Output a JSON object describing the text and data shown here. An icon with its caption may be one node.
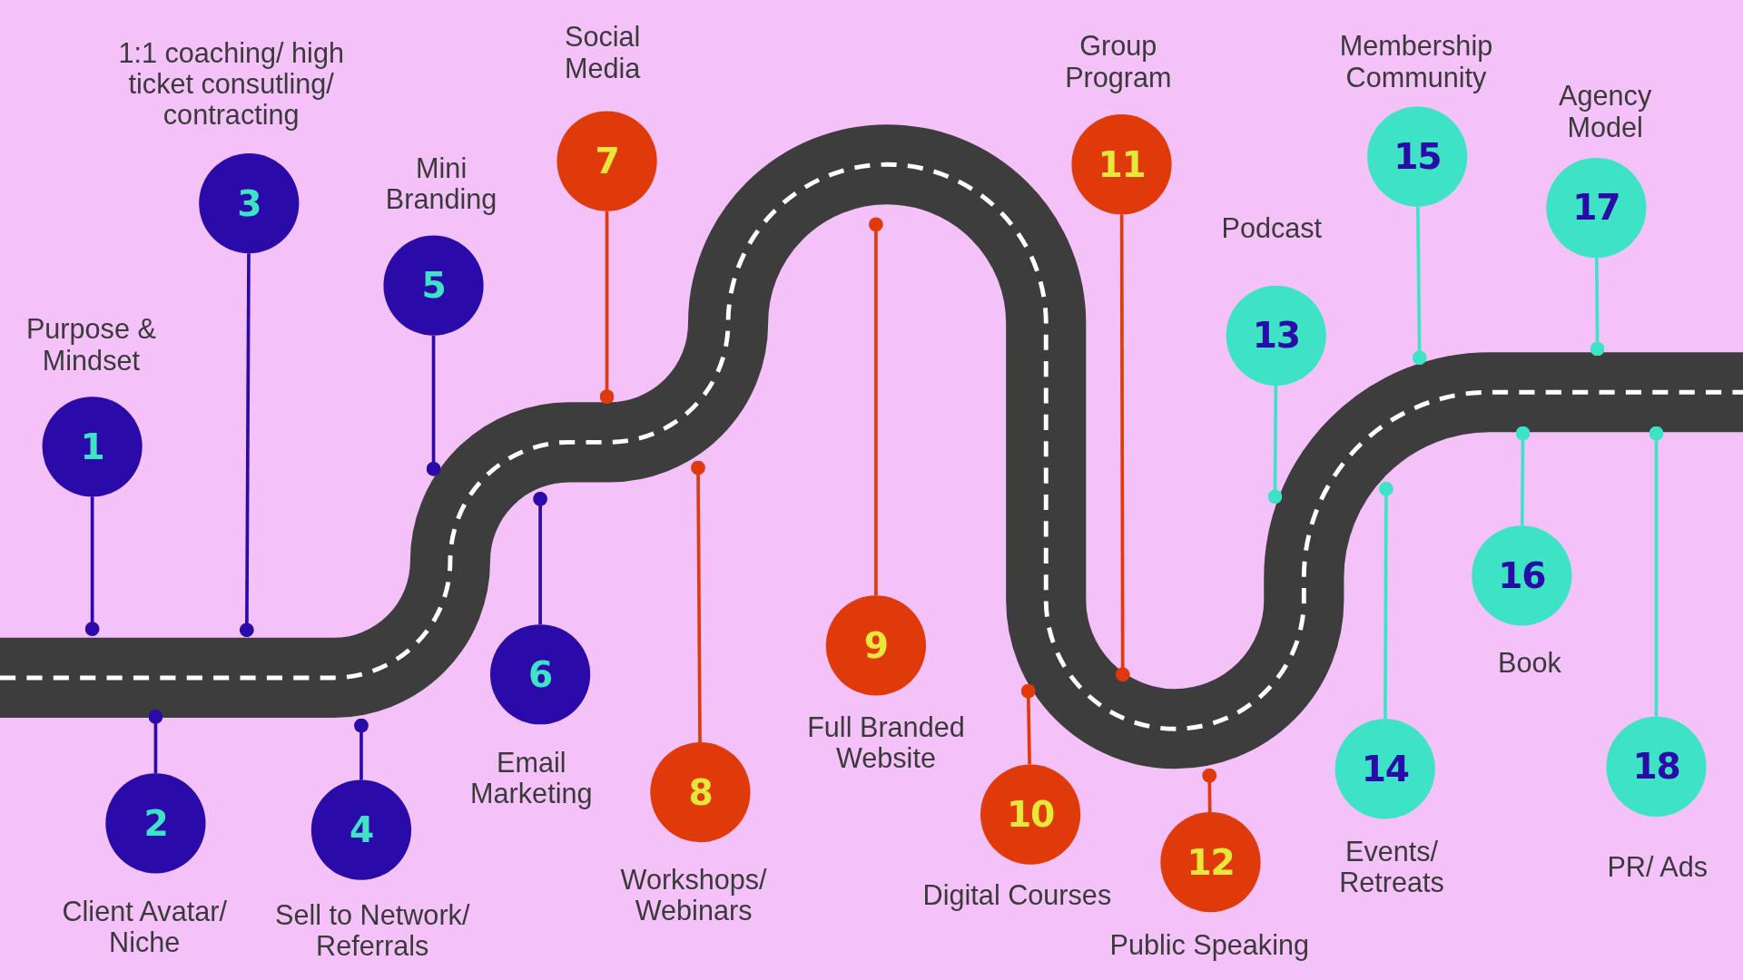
{
  "diagram": {
    "nodes": [
      {
        "text": [
          "1"
        ],
        "beside": [
          "Purpose & Mindset"
        ]
      },
      {
        "text": [
          "2"
        ],
        "beside": [
          "Client Avatar/ Niche"
        ]
      },
      {
        "text": [
          "3"
        ],
        "beside": [
          "1:1 coaching/ high ticket consutling/ contracting"
        ]
      },
      {
        "text": [
          "4"
        ],
        "beside": [
          "Sell to Network/ Referrals"
        ]
      },
      {
        "text": [
          "5"
        ],
        "beside": [
          "Mini Branding"
        ]
      },
      {
        "text": [
          "6"
        ],
        "beside": [
          "Email Marketing"
        ]
      },
      {
        "text": [
          "7"
        ],
        "beside": [
          "Social Media"
        ]
      },
      {
        "text": [
          "8"
        ],
        "beside": [
          "Workshops/ Webinars"
        ]
      },
      {
        "text": [
          "9"
        ],
        "beside": [
          "Full Branded Website"
        ]
      },
      {
        "text": [
          "10"
        ],
        "beside": [
          "Digital Courses"
        ]
      },
      {
        "text": [
          "11"
        ],
        "beside": [
          "Group Program"
        ]
      },
      {
        "text": [
          "12"
        ],
        "beside": [
          "Public Speaking"
        ]
      },
      {
        "text": [
          "13"
        ],
        "beside": [
          "Podcast"
        ]
      },
      {
        "text": [
          "14"
        ],
        "beside": [
          "Events/ Retreats"
        ]
      },
      {
        "text": [
          "15"
        ],
        "beside": [
          "Membership Community"
        ]
      },
      {
        "text": [
          "16"
        ],
        "beside": [
          "Book"
        ]
      },
      {
        "text": [
          "17"
        ],
        "beside": [
          "Agency Model"
        ]
      },
      {
        "text": [
          "18"
        ],
        "beside": [
          "PR/ Ads"
        ]
      }
    ],
    "edges": [
      {
        "from": 0,
        "to": null,
        "arrow": "other",
        "color": "#2a0aa8"
      },
      {
        "from": 1,
        "to": null,
        "arrow": "other",
        "color": "#2a0aa8"
      },
      {
        "from": 2,
        "to": null,
        "arrow": "other",
        "color": "#2a0aa8"
      },
      {
        "from": 3,
        "to": null,
        "arrow": "other",
        "color": "#2a0aa8"
      },
      {
        "from": 4,
        "to": null,
        "arrow": "other",
        "color": "#2a0aa8"
      },
      {
        "from": 5,
        "to": null,
        "arrow": "other",
        "color": "#2a0aa8"
      },
      {
        "from": 6,
        "to": null,
        "arrow": "other",
        "color": "#e03a0a"
      },
      {
        "from": 7,
        "to": null,
        "arrow": "other",
        "color": "#e03a0a"
      },
      {
        "from": 8,
        "to": null,
        "arrow": "other",
        "color": "#e03a0a"
      },
      {
        "from": 9,
        "to": null,
        "arrow": "other",
        "color": "#e03a0a"
      },
      {
        "from": 10,
        "to": null,
        "arrow": "other",
        "color": "#e03a0a"
      },
      {
        "from": 11,
        "to": null,
        "arrow": "other",
        "color": "#e03a0a"
      },
      {
        "from": 12,
        "to": null,
        "arrow": "other",
        "color": "#3de3c4"
      },
      {
        "from": 13,
        "to": null,
        "arrow": "other",
        "color": "#3de3c4"
      },
      {
        "from": 14,
        "to": null,
        "arrow": "other",
        "color": "#3de3c4"
      },
      {
        "from": 15,
        "to": null,
        "arrow": "other",
        "color": "#3de3c4"
      },
      {
        "from": 16,
        "to": null,
        "arrow": "other",
        "color": "#3de3c4"
      },
      {
        "from": 17,
        "to": null,
        "arrow": "other",
        "color": "#3de3c4"
      }
    ]
  }
}
